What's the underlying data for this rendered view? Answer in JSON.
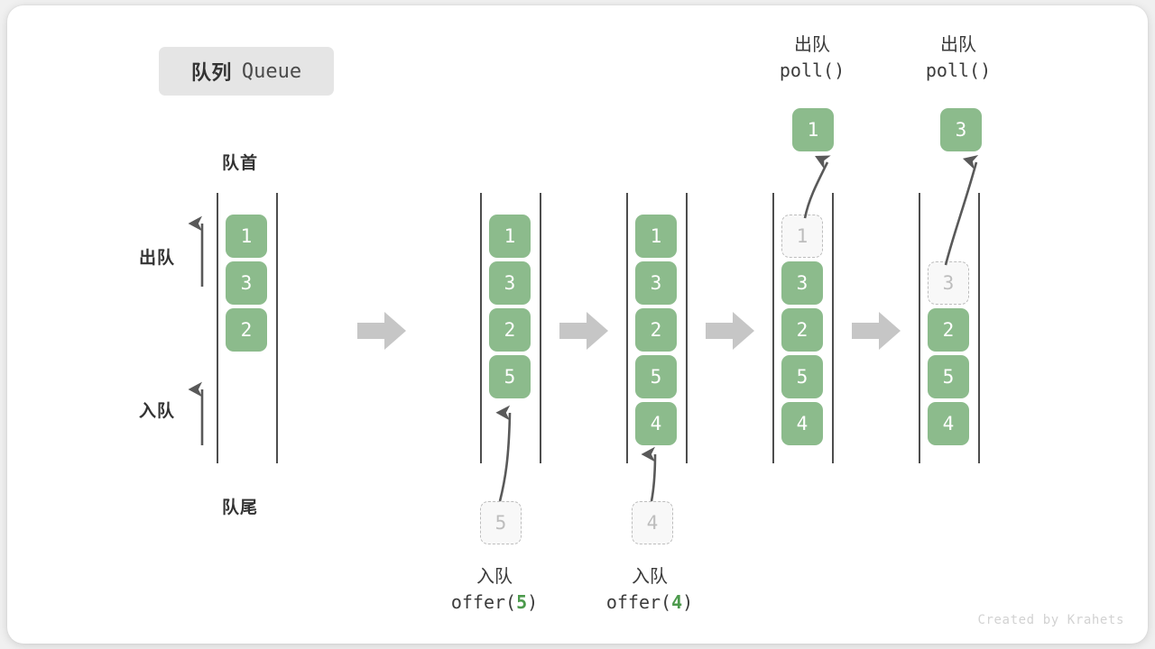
{
  "title": {
    "cn": "队列",
    "en": "Queue"
  },
  "labels": {
    "head": "队首",
    "tail": "队尾",
    "dequeue_dir": "出队",
    "enqueue_dir": "入队"
  },
  "colors": {
    "cell_green": "#8cbb8c",
    "ghost_border": "#bdbdbd",
    "ghost_bg": "#f8f8f8",
    "rail": "#4d4d4d",
    "step_arrow": "#c6c6c6",
    "badge_bg": "#e5e5e5",
    "text_dark": "#333333",
    "accent_number": "#4c9a4c"
  },
  "columns": [
    {
      "id": "col-initial",
      "cells": [
        {
          "value": "1",
          "state": "filled"
        },
        {
          "value": "3",
          "state": "filled"
        },
        {
          "value": "2",
          "state": "filled"
        }
      ]
    },
    {
      "id": "col-after-offer-5",
      "cells": [
        {
          "value": "1",
          "state": "filled"
        },
        {
          "value": "3",
          "state": "filled"
        },
        {
          "value": "2",
          "state": "filled"
        },
        {
          "value": "5",
          "state": "filled"
        }
      ]
    },
    {
      "id": "col-after-offer-4",
      "cells": [
        {
          "value": "1",
          "state": "filled"
        },
        {
          "value": "3",
          "state": "filled"
        },
        {
          "value": "2",
          "state": "filled"
        },
        {
          "value": "5",
          "state": "filled"
        },
        {
          "value": "4",
          "state": "filled"
        }
      ]
    },
    {
      "id": "col-poll-1",
      "cells": [
        {
          "value": "1",
          "state": "ghost"
        },
        {
          "value": "3",
          "state": "filled"
        },
        {
          "value": "2",
          "state": "filled"
        },
        {
          "value": "5",
          "state": "filled"
        },
        {
          "value": "4",
          "state": "filled"
        }
      ]
    },
    {
      "id": "col-poll-3",
      "cells": [
        {
          "value": "",
          "state": "empty"
        },
        {
          "value": "3",
          "state": "ghost"
        },
        {
          "value": "2",
          "state": "filled"
        },
        {
          "value": "5",
          "state": "filled"
        },
        {
          "value": "4",
          "state": "filled"
        }
      ]
    }
  ],
  "operations": {
    "offer_5": {
      "cn": "入队",
      "code_prefix": "offer(",
      "code_value": "5",
      "code_suffix": ")",
      "pending_value": "5"
    },
    "offer_4": {
      "cn": "入队",
      "code_prefix": "offer(",
      "code_value": "4",
      "code_suffix": ")",
      "pending_value": "4"
    },
    "poll_1": {
      "cn": "出队",
      "code": "poll()",
      "result_value": "1"
    },
    "poll_3": {
      "cn": "出队",
      "code": "poll()",
      "result_value": "3"
    }
  },
  "footer": "Created by Krahets"
}
